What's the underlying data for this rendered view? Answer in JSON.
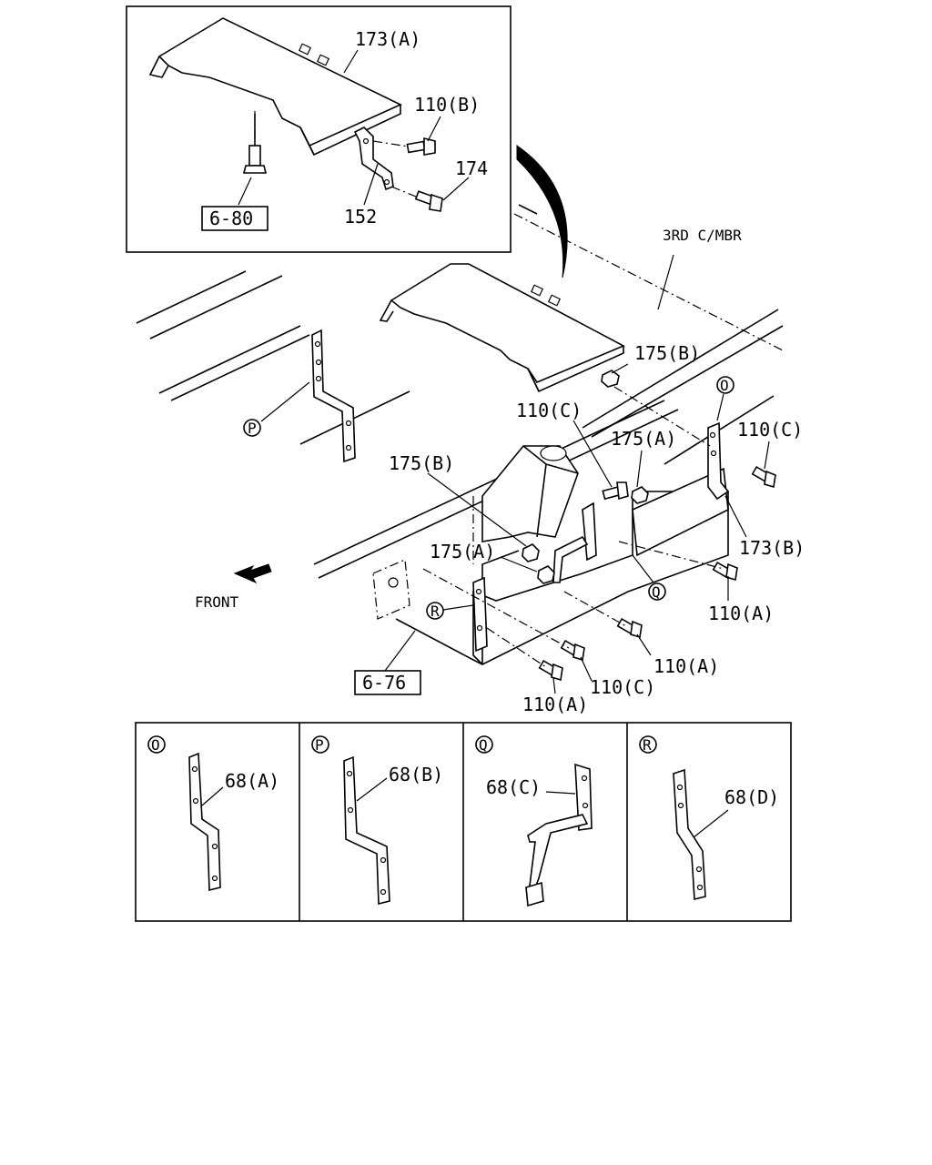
{
  "inset": {
    "labels": {
      "cover_a": "173(A)",
      "bolt_b": "110(B)",
      "bolt_174": "174",
      "bracket_152": "152",
      "ref_680": "6-80"
    }
  },
  "main": {
    "labels": {
      "crossmember": "3RD C/MBR",
      "nut_175b_top": "175(B)",
      "bolt_110c_1": "110(C)",
      "nut_175a_1": "175(A)",
      "bolt_110c_2": "110(C)",
      "nut_175b_2": "175(B)",
      "nut_175a_2": "175(A)",
      "cover_b": "173(B)",
      "bolt_110a_1": "110(A)",
      "bolt_110a_2": "110(A)",
      "bolt_110c_3": "110(C)",
      "bolt_110a_3": "110(A)",
      "ref_676": "6-76",
      "front": "FRONT"
    },
    "callouts": {
      "O": "O",
      "P": "P",
      "Q": "Q",
      "R": "R"
    }
  },
  "details": [
    {
      "key": "O",
      "part": "68(A)"
    },
    {
      "key": "P",
      "part": "68(B)"
    },
    {
      "key": "Q",
      "part": "68(C)"
    },
    {
      "key": "R",
      "part": "68(D)"
    }
  ]
}
